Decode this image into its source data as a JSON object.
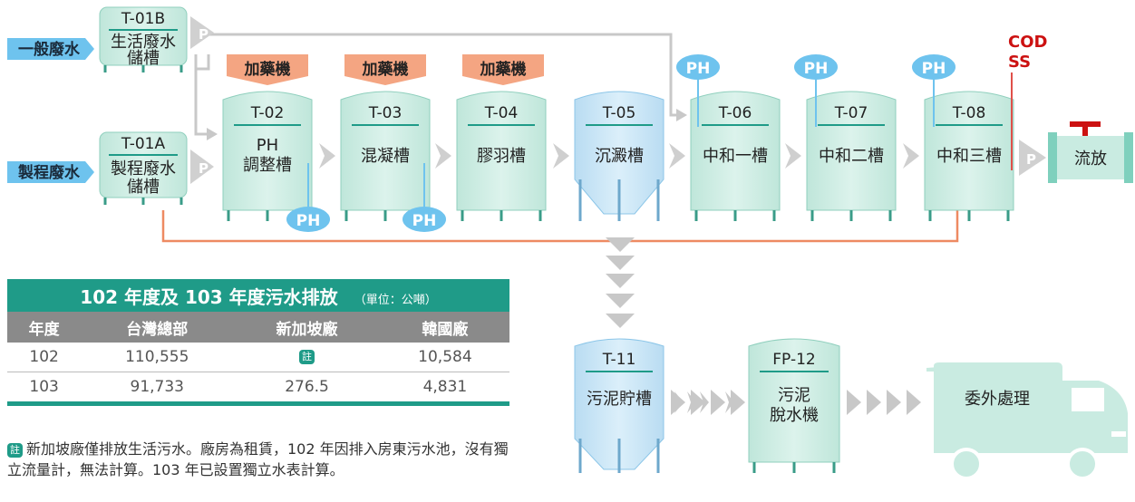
{
  "inputs": {
    "general": "一般廢水",
    "process": "製程廢水"
  },
  "tanks": {
    "t01b": {
      "id": "T-01B",
      "name1": "生活廢水",
      "name2": "儲槽"
    },
    "t01a": {
      "id": "T-01A",
      "name1": "製程廢水",
      "name2": "儲槽"
    },
    "t02": {
      "id": "T-02",
      "name1": "PH",
      "name2": "調整槽"
    },
    "t03": {
      "id": "T-03",
      "name": "混凝槽"
    },
    "t04": {
      "id": "T-04",
      "name": "膠羽槽"
    },
    "t05": {
      "id": "T-05",
      "name": "沉澱槽"
    },
    "t06": {
      "id": "T-06",
      "name": "中和一槽"
    },
    "t07": {
      "id": "T-07",
      "name": "中和二槽"
    },
    "t08": {
      "id": "T-08",
      "name": "中和三槽"
    },
    "t11": {
      "id": "T-11",
      "name": "污泥貯槽"
    },
    "fp12": {
      "id": "FP-12",
      "name1": "污泥",
      "name2": "脫水機"
    }
  },
  "dosing_label": "加藥機",
  "ph_label": "PH",
  "pump_label": "P",
  "monitor": {
    "line1": "COD",
    "line2": "SS"
  },
  "discharge_label": "流放",
  "outsource_label": "委外處理",
  "colors": {
    "tank_green": "#c9ebe1",
    "tank_blue": "#c4e2f5",
    "teal": "#1f9b88",
    "orange": "#f4a582",
    "ph_blue": "#6ec3ee",
    "red": "#cc1111",
    "pipe_orange": "#ee8a62"
  },
  "table": {
    "title": "102 年度及 103 年度污水排放",
    "unit": "（單位：公噸）",
    "headers": [
      "年度",
      "台灣總部",
      "新加坡廠",
      "韓國廠"
    ],
    "rows": [
      {
        "year": "102",
        "taiwan": "110,555",
        "singapore": "註",
        "korea": "10,584"
      },
      {
        "year": "103",
        "taiwan": "91,733",
        "singapore": "276.5",
        "korea": "4,831"
      }
    ]
  },
  "note": {
    "tag": "註",
    "text": "新加坡廠僅排放生活污水。廠房為租賃，102 年因排入房東污水池，沒有獨立流量計，無法計算。103 年已設置獨立水表計算。"
  }
}
